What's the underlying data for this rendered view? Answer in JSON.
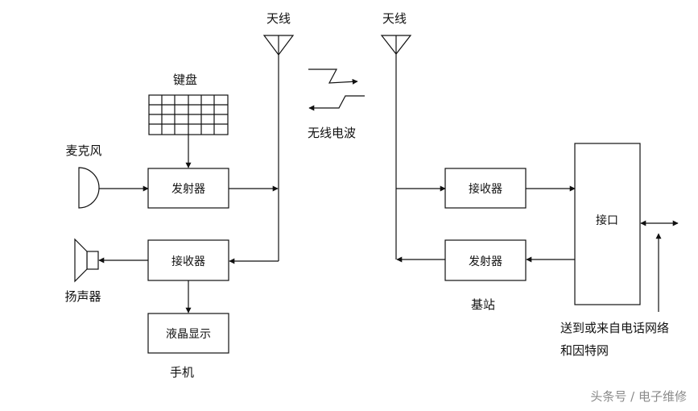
{
  "phone": {
    "antenna_label": "天线",
    "keyboard_label": "键盘",
    "microphone_label": "麦克风",
    "speaker_label": "扬声器",
    "transmitter_label": "发射器",
    "receiver_label": "接收器",
    "display_label": "液晶显示",
    "caption": "手机"
  },
  "radio": {
    "label": "无线电波"
  },
  "base_station": {
    "antenna_label": "天线",
    "receiver_label": "接收器",
    "transmitter_label": "发射器",
    "interface_label": "接口",
    "caption": "基站",
    "network_line1": "送到或来自电话网络",
    "network_line2": "和因特网"
  },
  "watermark": "头条号 / 电子维修"
}
